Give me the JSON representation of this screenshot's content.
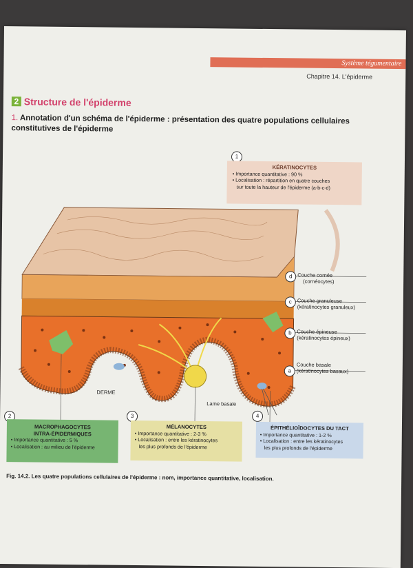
{
  "header": {
    "band_text": "Système tégumentaire",
    "chapter": "Chapitre 14. L'épiderme"
  },
  "section": {
    "number": "2",
    "title": "Structure de l'épiderme"
  },
  "subsection": {
    "number": "1.",
    "title": "Annotation d'un schéma de l'épiderme : présentation des quatre populations cellulaires constitutives de l'épiderme"
  },
  "keratinocytes": {
    "badge": "1",
    "title": "KÉRATINOCYTES",
    "line1": "• Importance quantitative : 90 %",
    "line2": "• Localisation : répartition en quatre couches",
    "line3": "sur toute la hauteur de l'épiderme (a-b-c-d)"
  },
  "layers": [
    {
      "badge": "d",
      "line1": "Couche cornée",
      "line2": "(cornéocytes)"
    },
    {
      "badge": "c",
      "line1": "Couche granuleuse",
      "line2": "(kératinocytes granuleux)"
    },
    {
      "badge": "b",
      "line1": "Couche épineuse",
      "line2": "(kératinocytes épineux)"
    },
    {
      "badge": "a",
      "line1": "Couche basale",
      "line2": "(kératinocytes basaux)"
    }
  ],
  "derme_label": "DERME",
  "lame_label": "Lame basale",
  "macrophagocytes": {
    "badge": "2",
    "title1": "MACROPHAGOCYTES",
    "title2": "INTRA-ÉPIDERMIQUES",
    "line1": "• Importance quantitative : 5 %",
    "line2": "• Localisation : au milieu de l'épiderme"
  },
  "melanocytes": {
    "badge": "3",
    "title": "MÉLANOCYTES",
    "line1": "• Importance quantitative : 2-3 %",
    "line2": "• Localisation : entre les kératinocytes",
    "line3": "les plus profonds de l'épiderme"
  },
  "epithelioidocytes": {
    "badge": "4",
    "title": "ÉPITHÉLIOÏDOCYTES DU TACT",
    "line1": "• Importance quantitative : 1-2 %",
    "line2": "• Localisation : entre les kératinocytes",
    "line3": "les plus profonds de l'épiderme"
  },
  "caption": "Fig. 14.2. Les quatre populations cellulaires de l'épiderme : nom, importance quantitative, localisation.",
  "colors": {
    "accent_pink": "#d2416b",
    "green_square": "#7bb33a",
    "header_band": "#e06e55"
  }
}
